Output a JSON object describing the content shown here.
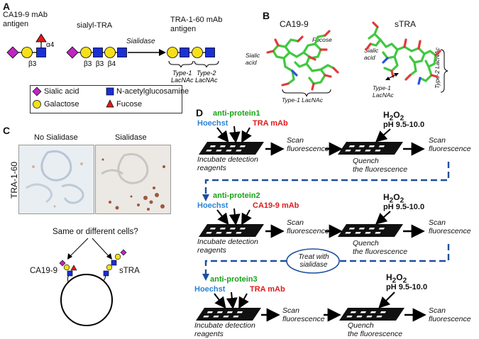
{
  "panelA": {
    "letter": "A",
    "ca199_label_1": "CA19-9 mAb",
    "ca199_label_2": "antigen",
    "alpha4": "α4",
    "beta3": "β3",
    "sialyl_tra": "sialyl-TRA",
    "sialyl_bonds": "β3  β3  β4",
    "sialidase": "Sialidase",
    "tra160_label_1": "TRA-1-60 mAb",
    "tra160_label_2": "antigen",
    "type1": "Type-1",
    "type1_b": "LacNAc",
    "type2": "Type-2",
    "type2_b": "LacNAc",
    "legend": {
      "sialic_acid": "Sialic acid",
      "glcnac": "N-acetylglucosamine",
      "galactose": "Galactose",
      "fucose": "Fucose"
    },
    "colors": {
      "sialic": "#c026c0",
      "galactose": "#f7e01a",
      "glcnac": "#1b2fd6",
      "fucose": "#e21a1a"
    }
  },
  "panelB": {
    "letter": "B",
    "ca199_title": "CA19-9",
    "stra_title": "sTRA",
    "fucose": "Fucose",
    "sialic_acid_1": "Sialic",
    "sialic_acid_2": "acid",
    "type1_lacnac": "Type-1 LacNAc",
    "sialic_acid_b1": "Sialic",
    "sialic_acid_b2": "acid",
    "type1_b1": "Type-1",
    "type1_b2": "LacNAc",
    "type2_lacnac": "Type-2 LacNAc"
  },
  "panelC": {
    "letter": "C",
    "no_sialidase": "No Sialidase",
    "sialidase": "Sialidase",
    "tra160": "TRA-1-60",
    "question": "Same or different cells?",
    "ca199": "CA19-9",
    "stra": "sTRA"
  },
  "panelD": {
    "letter": "D",
    "h2o2": "H",
    "h2o2_sub1": "2",
    "h2o2_o": "O",
    "h2o2_sub2": "2",
    "ph": "pH 9.5-10.0",
    "rounds": [
      {
        "hoechst": "Hoechst",
        "antibody1": "anti-protein1",
        "antibody2": "TRA mAb",
        "incubate_1": "Incubate detection",
        "incubate_2": "reagents",
        "scan_1": "Scan",
        "scan_2": "fluorescence",
        "quench_1": "Quench",
        "quench_2": "the fluorescence",
        "scan_end_1": "Scan",
        "scan_end_2": "fluorescence"
      },
      {
        "hoechst": "Hoechst",
        "antibody1": "anti-protein2",
        "antibody2": "CA19-9 mAb",
        "incubate_1": "Incubate detection",
        "incubate_2": "reagents",
        "scan_1": "Scan",
        "scan_2": "fluorescence",
        "quench_1": "Quench",
        "quench_2": "the fluorescence",
        "scan_end_1": "Scan",
        "scan_end_2": "fluorescence"
      },
      {
        "hoechst": "Hoechst",
        "antibody1": "anti-protein3",
        "antibody2": "TRA mAb",
        "incubate_1": "Incubate detection",
        "incubate_2": "reagents",
        "scan_1": "Scan",
        "scan_2": "fluorescence",
        "quench_1": "Quench",
        "quench_2": "the fluorescence",
        "scan_end_1": "Scan",
        "scan_end_2": "fluorescence"
      }
    ],
    "treat_1": "Treat with",
    "treat_2": "sialidase"
  }
}
